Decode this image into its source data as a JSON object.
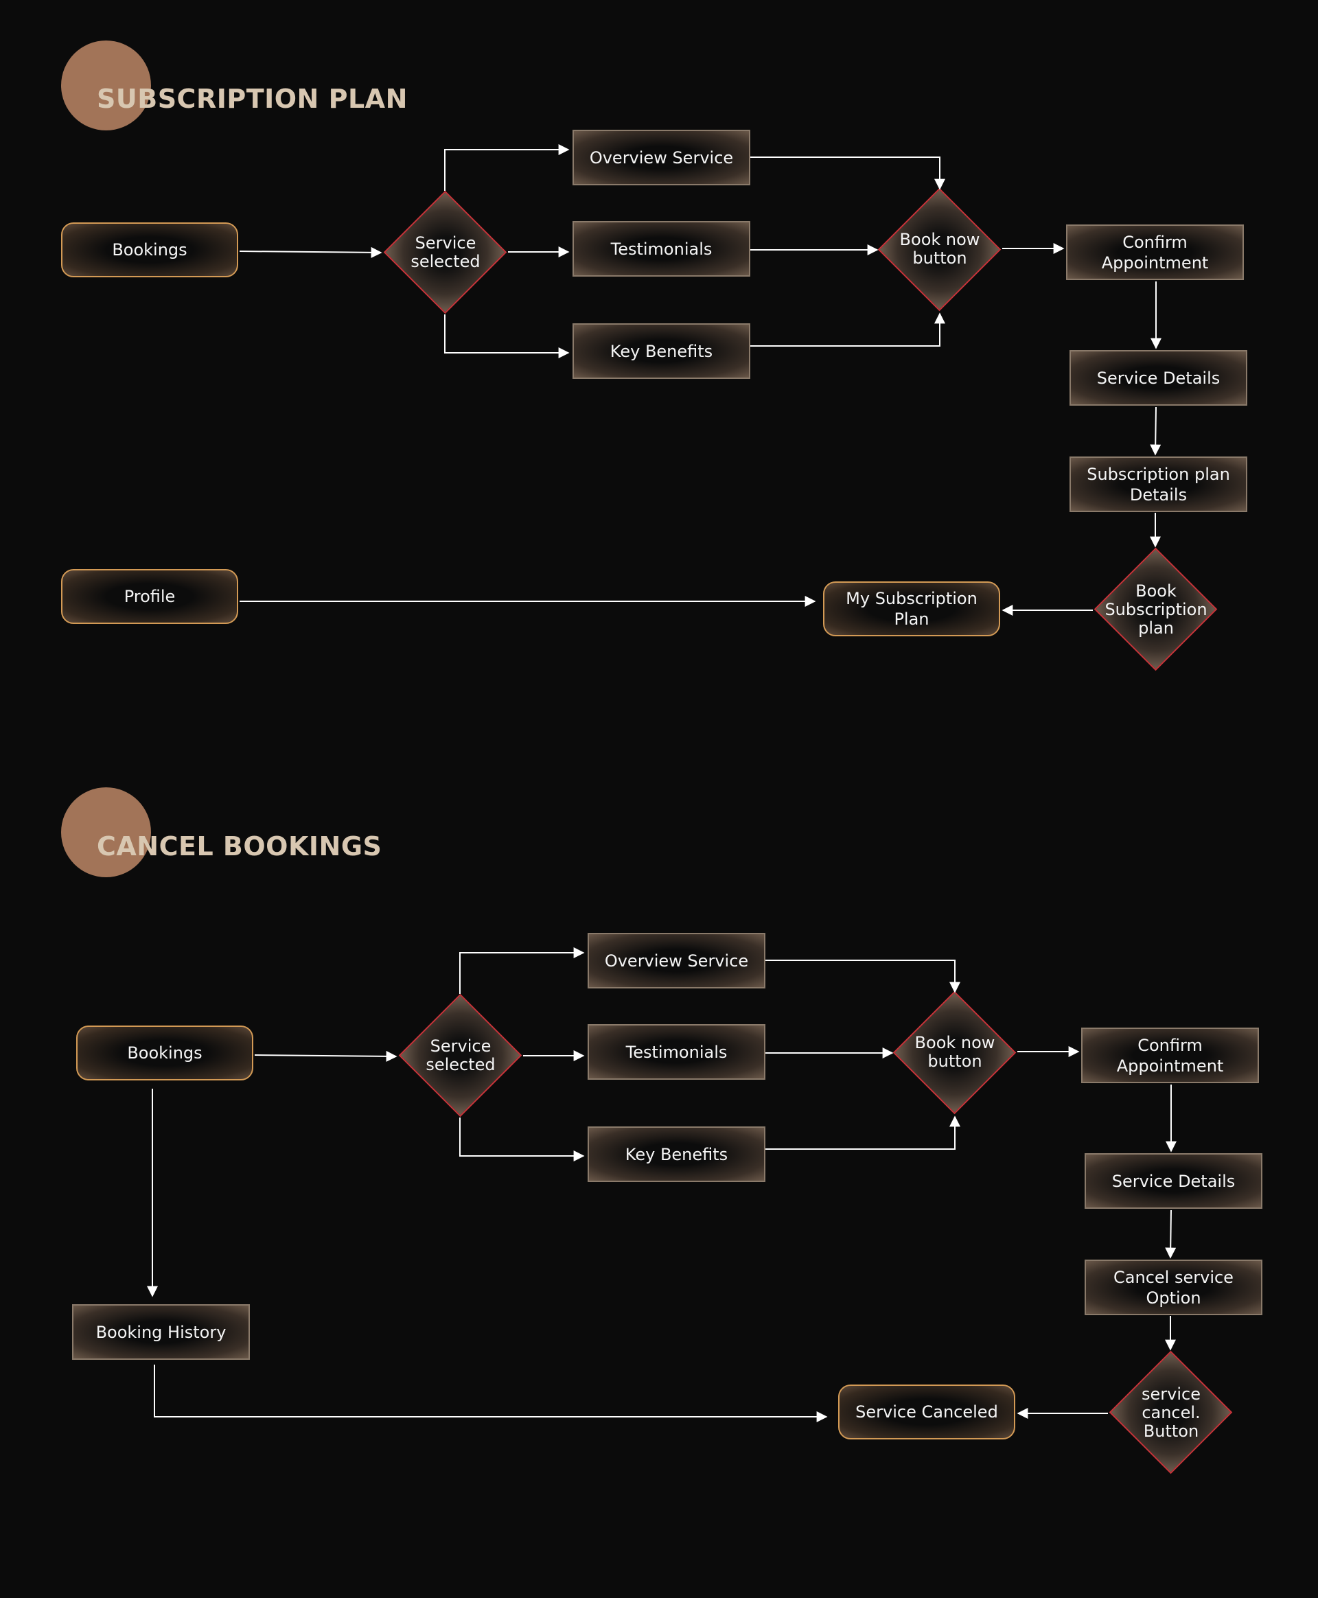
{
  "subscription": {
    "title": "SUBSCRIPTION PLAN",
    "bookings": "Bookings",
    "service_selected": "Service\nselected",
    "overview": "Overview Service",
    "testimonials": "Testimonials",
    "key_benefits": "Key Benefits",
    "book_now": "Book now\nbutton",
    "confirm": "Confirm\nAppointment",
    "service_details": "Service Details",
    "plan_details": "Subscription plan\nDetails",
    "book_plan": "Book\nSubscription\nplan",
    "my_plan": "My Subscription\nPlan",
    "profile": "Profile"
  },
  "cancel": {
    "title": "CANCEL BOOKINGS",
    "bookings": "Bookings",
    "service_selected": "Service\nselected",
    "overview": "Overview Service",
    "testimonials": "Testimonials",
    "key_benefits": "Key Benefits",
    "book_now": "Book now\nbutton",
    "confirm": "Confirm\nAppointment",
    "service_details": "Service Details",
    "cancel_option": "Cancel service\nOption",
    "cancel_button": "service\ncancel.\nButton",
    "canceled": "Service Canceled",
    "history": "Booking History"
  },
  "colors": {
    "background": "#0b0b0b",
    "accent_circle": "#a27458",
    "title": "#d8c7b1",
    "diamond_border": "#c8343a",
    "pill_border": "#d39a55",
    "rect_border": "#8a7a6a",
    "edge": "#ffffff"
  }
}
